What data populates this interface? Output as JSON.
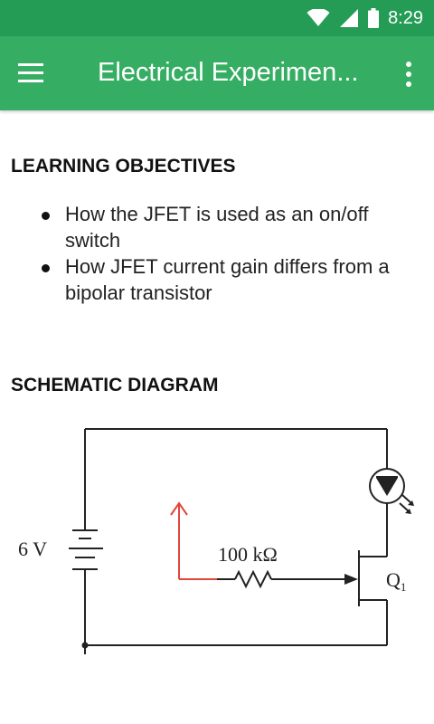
{
  "status_bar": {
    "time": "8:29",
    "icons": [
      "wifi-icon",
      "signal-icon",
      "battery-icon"
    ]
  },
  "app_bar": {
    "title": "Electrical Experimen...",
    "menu_icon": "menu-icon",
    "more_icon": "more-vert-icon",
    "color": "#35ae63",
    "status_color": "#259c55"
  },
  "sections": {
    "objectives_title": "LEARNING OBJECTIVES",
    "objectives": [
      "How the JFET is used as an on/off switch",
      "How JFET current gain differs from a bipolar transistor"
    ],
    "schematic_title": "SCHEMATIC DIAGRAM"
  },
  "schematic": {
    "battery_label": "6 V",
    "resistor_label": "100 kΩ",
    "transistor_label": "Q",
    "transistor_subscript": "1"
  }
}
